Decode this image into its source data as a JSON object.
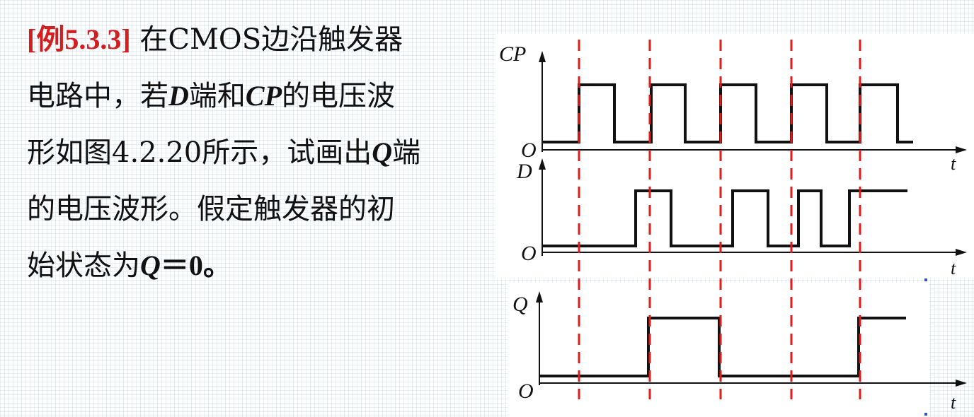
{
  "problem": {
    "tag": "[例5.3.3]",
    "line1_rest": " 在CMOS边沿触发器",
    "line2_a": "电路中，若",
    "line2_d": "D",
    "line2_b": "端和",
    "line2_cp": "CP",
    "line2_c": "的电压波",
    "line3_a": "形如图4.2.20所示，试画出",
    "line3_q": "Q",
    "line3_b": "端",
    "line4": "的电压波形。假定触发器的初",
    "line5_a": "始状态为",
    "line5_q": "Q",
    "line5_b": "＝0。"
  },
  "diagram": {
    "axis_labels": {
      "cp": "CP",
      "d": "D",
      "q": "Q",
      "origin": "O",
      "time": "t"
    },
    "waveforms": {
      "CP": [
        0,
        1,
        0,
        1,
        0,
        1,
        0,
        1,
        0,
        1,
        0
      ],
      "D": [
        0,
        1,
        0,
        1,
        0,
        1,
        0,
        1
      ],
      "Q": [
        0,
        1,
        0,
        1
      ]
    },
    "guide_line_color": "#e01b1b",
    "wave_color": "#111111"
  }
}
